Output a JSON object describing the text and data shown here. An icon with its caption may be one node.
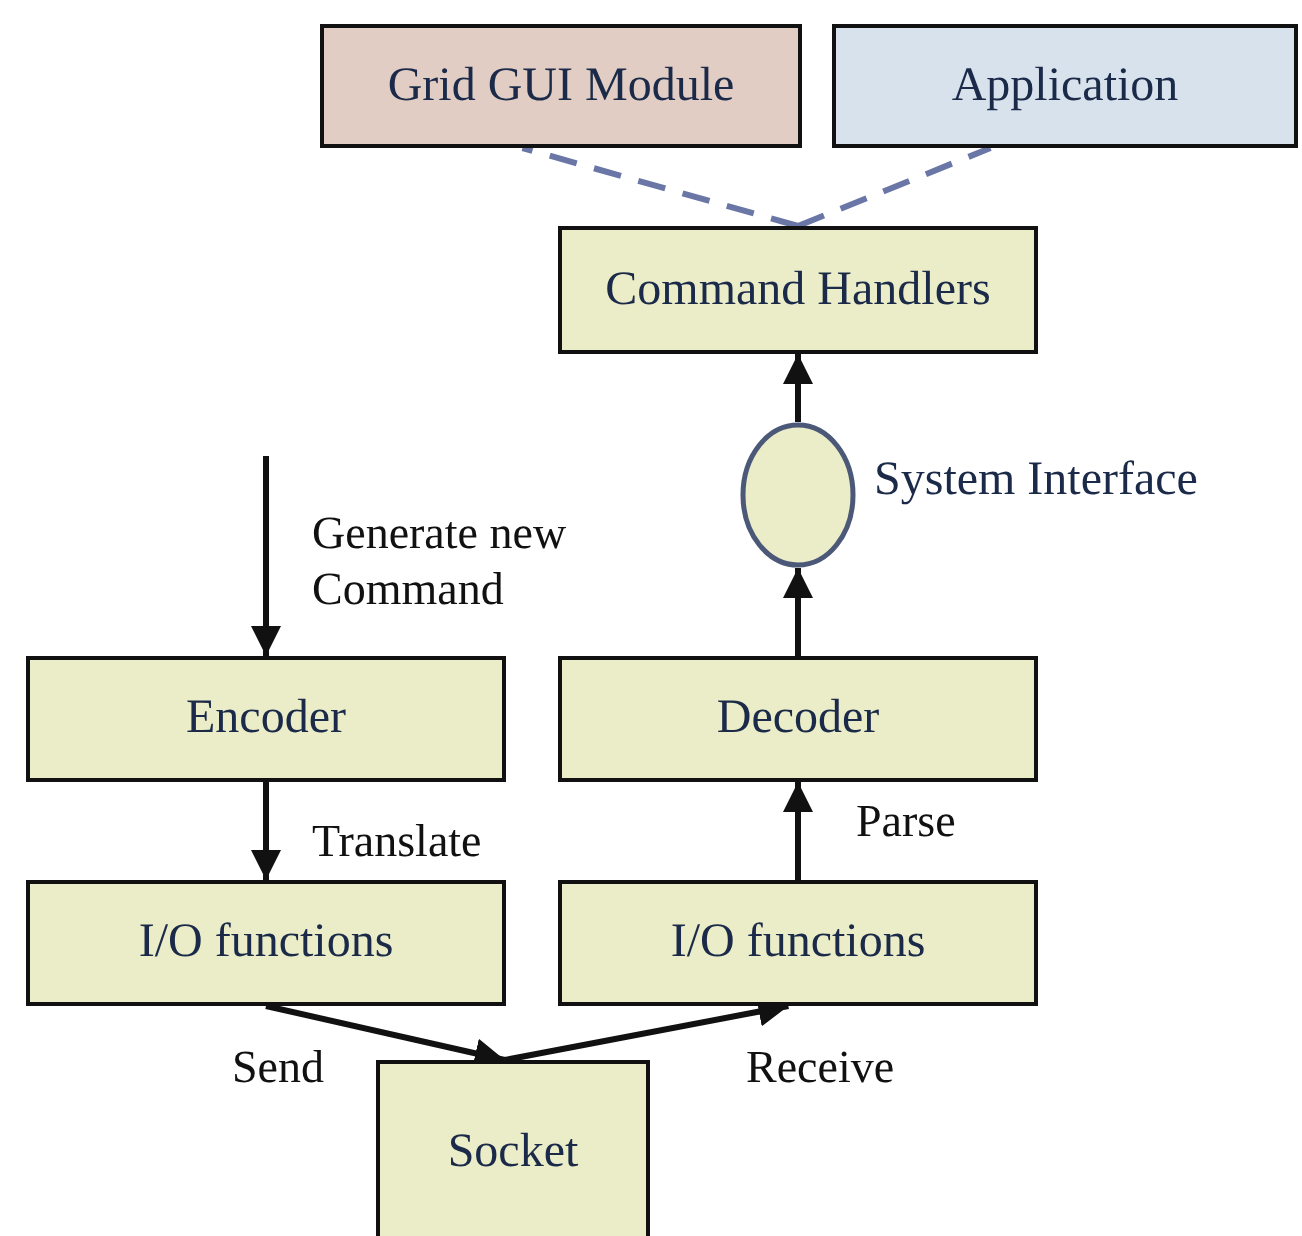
{
  "diagram": {
    "nodes": [
      {
        "text": [
          "Grid GUI Module"
        ]
      },
      {
        "text": [
          "Application"
        ]
      },
      {
        "text": [
          "Command Handlers"
        ]
      },
      {
        "text": [],
        "shape": "circle",
        "beside": [
          "System Interface"
        ]
      },
      {
        "text": [
          "Encoder"
        ]
      },
      {
        "text": [
          "Decoder"
        ]
      },
      {
        "text": [
          "I/O functions"
        ]
      },
      {
        "text": [
          "I/O functions"
        ]
      },
      {
        "text": [
          "Socket"
        ]
      }
    ],
    "edges": [
      {
        "from": 2,
        "to": 0,
        "arrow": "none",
        "style": "dashed",
        "color": "#6a77a6"
      },
      {
        "from": 2,
        "to": 1,
        "arrow": "none",
        "style": "dashed",
        "color": "#6a77a6"
      },
      {
        "from": null,
        "to": 4,
        "arrow": "to",
        "label": "Generate new Command"
      },
      {
        "from": 4,
        "to": 6,
        "arrow": "to",
        "label": "Translate"
      },
      {
        "from": 6,
        "to": 8,
        "arrow": "to",
        "label": "Send"
      },
      {
        "from": 8,
        "to": 7,
        "arrow": "to",
        "label": "Receive"
      },
      {
        "from": 7,
        "to": 5,
        "arrow": "to",
        "label": "Parse"
      },
      {
        "from": 5,
        "to": 3,
        "arrow": "to"
      },
      {
        "from": 3,
        "to": 2,
        "arrow": "to"
      }
    ]
  }
}
